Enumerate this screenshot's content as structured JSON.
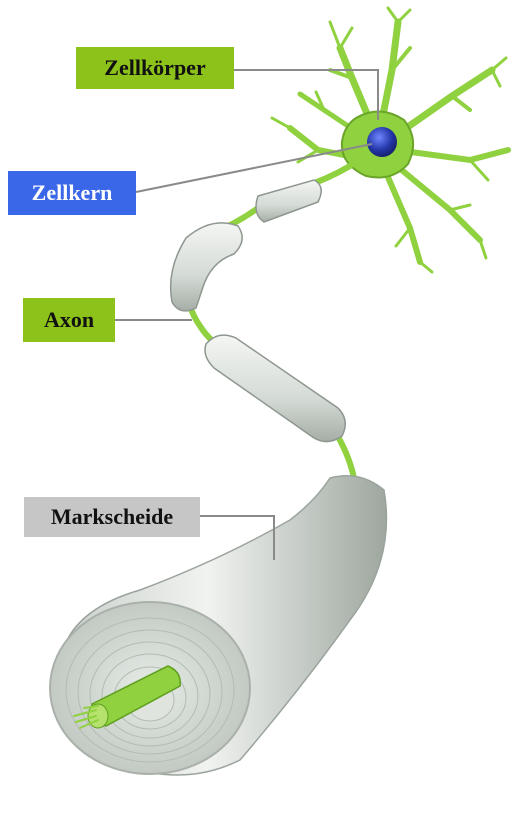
{
  "labels": {
    "cell_body": "Zellkörper",
    "nucleus": "Zellkern",
    "axon": "Axon",
    "myelin_sheath": "Markscheide"
  },
  "colors": {
    "cell_body_bg": "#8cc21a",
    "nucleus_bg": "#3a66e8",
    "axon_bg": "#8cc21a",
    "myelin_bg": "#c6c6c6",
    "label_text_dark": "#111111",
    "label_text_light": "#ffffff",
    "neuron_green": "#8fd13f",
    "neuron_green_dark": "#5f9e1f",
    "nucleus_dot": "#1f2b8c",
    "sheath_light": "#eef0ee",
    "sheath_mid": "#cfd5d0",
    "sheath_dark": "#9aa39c",
    "leader_line": "#8a8a8a"
  }
}
